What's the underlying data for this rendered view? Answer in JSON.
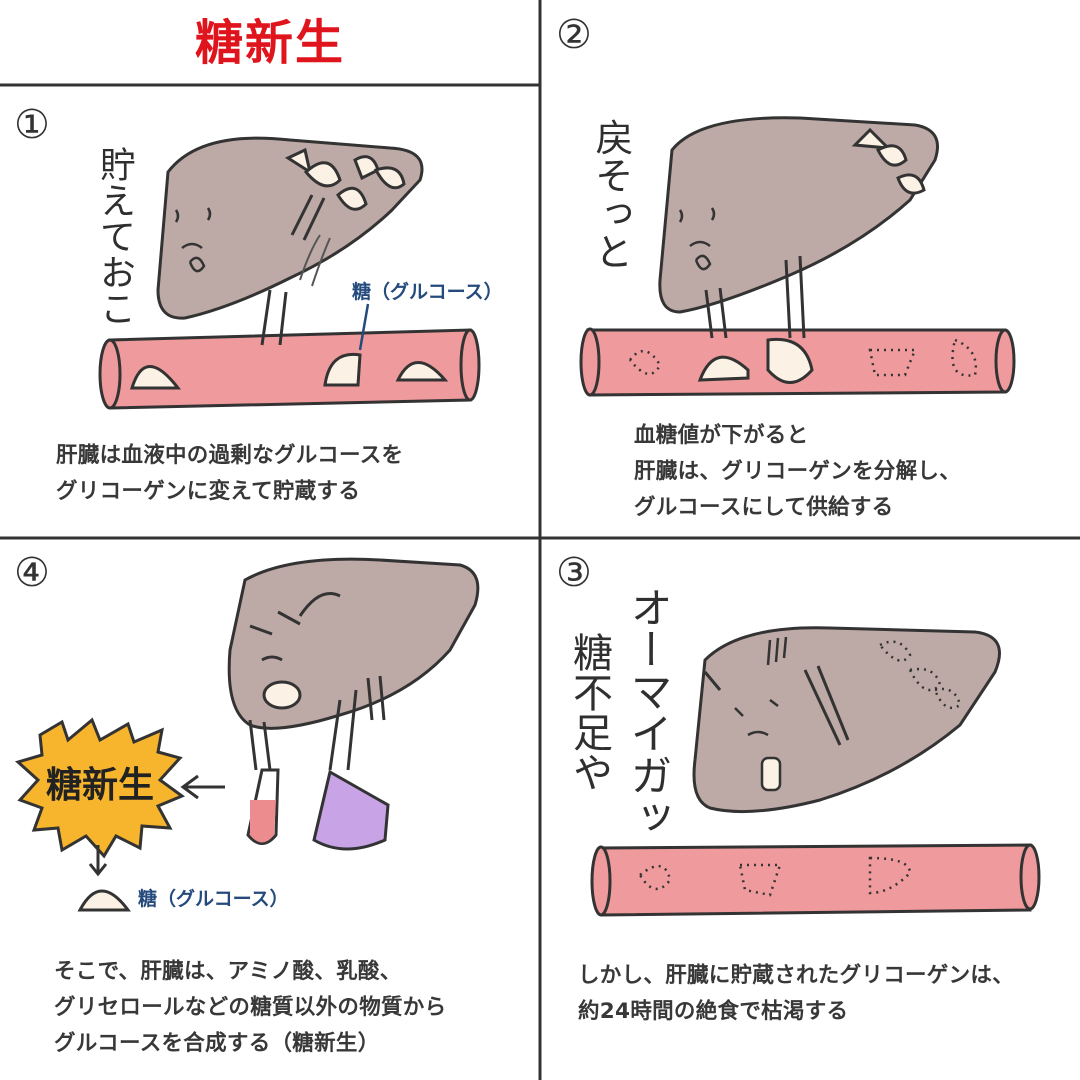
{
  "title": "糖新生",
  "panels": [
    {
      "number": "①",
      "speech": "貯えておこ",
      "label": "糖（グルコース）",
      "caption": "肝臓は血液中の過剰なグルコースを\nグリコーゲンに変えて貯蔵する"
    },
    {
      "number": "②",
      "speech": "戻そっと",
      "caption": "血糖値が下がると\n肝臓は、グリコーゲンを分解し、\nグルコースにして供給する"
    },
    {
      "number": "③",
      "speech_1": "オーマイガッ",
      "speech_2": "糖不足や",
      "caption": "しかし、肝臓に貯蔵されたグリコーゲンは、\n約24時間の絶食で枯渇する"
    },
    {
      "number": "④",
      "burst": "糖新生",
      "label": "糖（グルコース）",
      "caption": "そこで、肝臓は、アミノ酸、乳酸、\nグリセロールなどの糖質以外の物質から\nグルコースを合成する（糖新生）"
    }
  ],
  "colors": {
    "title": "#e0141c",
    "liver": "#bdaaa6",
    "vessel": "#ef9a9c",
    "glucose": "#fbf1e4",
    "burst": "#f7b52d",
    "flask_red": "#ec8c8f",
    "flask_purple": "#c8a3e6",
    "label": "#254a7c"
  }
}
